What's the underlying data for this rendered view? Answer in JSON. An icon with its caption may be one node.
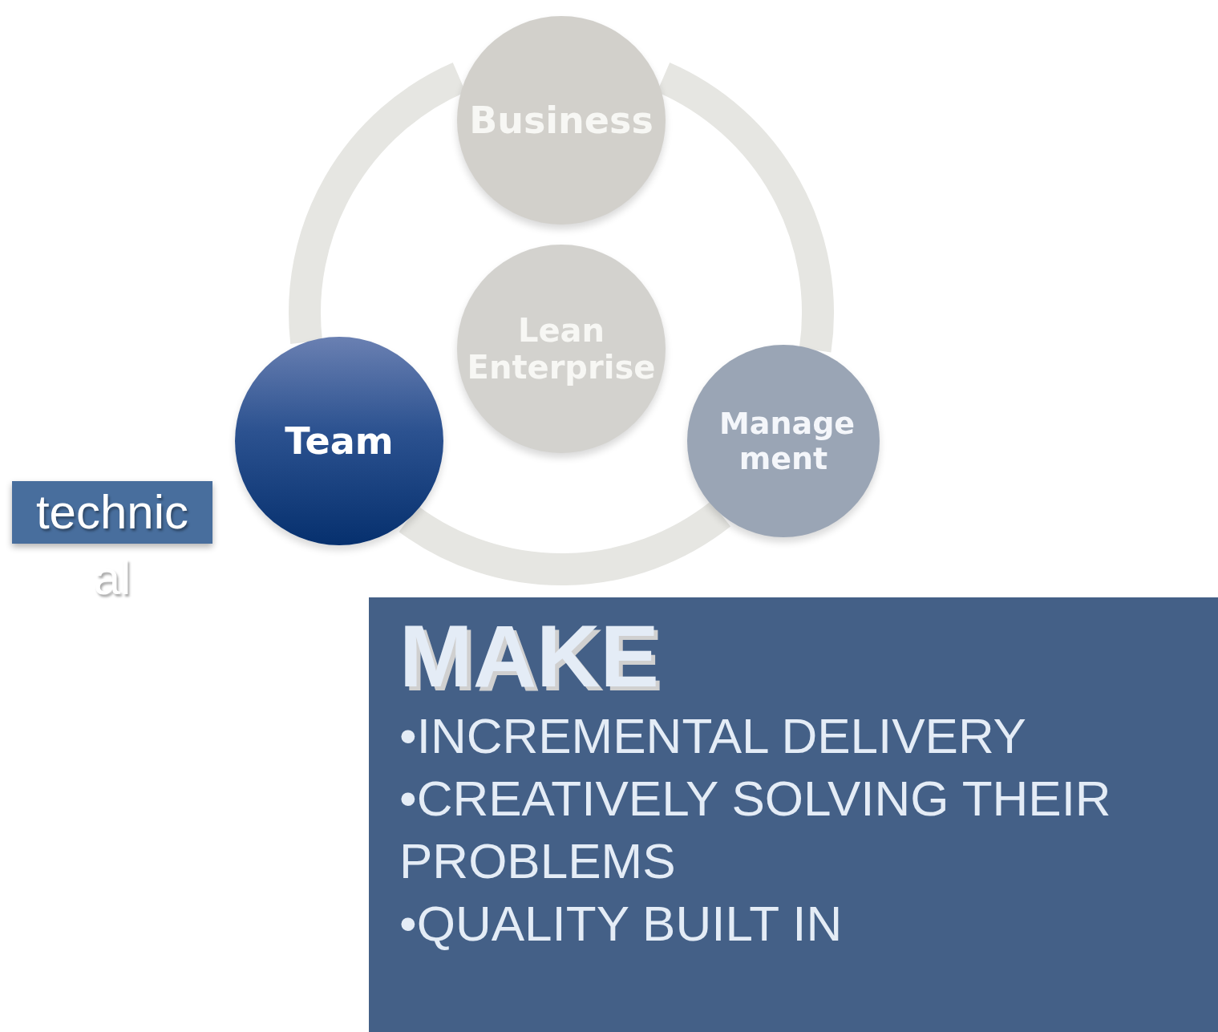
{
  "diagram": {
    "nodes": [
      {
        "text": [
          "Business"
        ]
      },
      {
        "text": [
          "Lean Enterprise"
        ]
      },
      {
        "text": [
          "MAKE",
          "•INCREMENTAL DELIVERY",
          "•CREATIVELY SOLVING THEIR PROBLEMS",
          "•QUALITY BUILT IN"
        ]
      },
      {
        "text": [
          "Manage ment"
        ]
      },
      {
        "text": [
          "Team"
        ]
      },
      {
        "text": [
          "technic al"
        ]
      }
    ],
    "edges": [
      {
        "from": 0,
        "to": 3,
        "arrow": "none"
      },
      {
        "from": 3,
        "to": 4,
        "arrow": "none"
      },
      {
        "from": 4,
        "to": 0,
        "arrow": "none"
      }
    ]
  }
}
